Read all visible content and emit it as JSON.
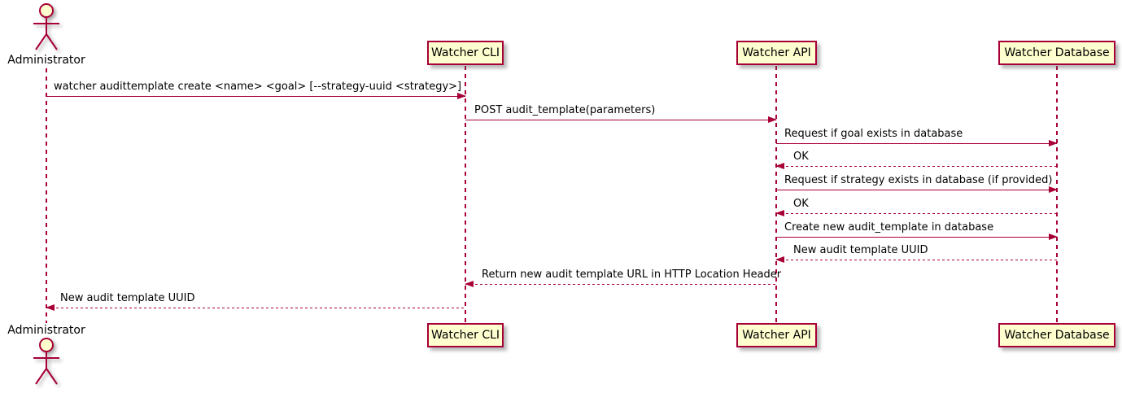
{
  "diagram": {
    "type": "sequence",
    "colors": {
      "accent": "#A80036",
      "participant_fill": "#FEFECE",
      "text": "#000000",
      "background": "#FFFFFF"
    },
    "actor": {
      "label": "Administrator"
    },
    "participants": [
      {
        "label": "Watcher CLI"
      },
      {
        "label": "Watcher API"
      },
      {
        "label": "Watcher Database"
      }
    ],
    "messages": [
      {
        "from": "Administrator",
        "to": "Watcher CLI",
        "style": "solid",
        "label": "watcher audittemplate create <name> <goal> [--strategy-uuid <strategy>]"
      },
      {
        "from": "Watcher CLI",
        "to": "Watcher API",
        "style": "solid",
        "label": "POST audit_template(parameters)"
      },
      {
        "from": "Watcher API",
        "to": "Watcher Database",
        "style": "solid",
        "label": "Request if goal exists in database"
      },
      {
        "from": "Watcher Database",
        "to": "Watcher API",
        "style": "dashed",
        "label": "OK"
      },
      {
        "from": "Watcher API",
        "to": "Watcher Database",
        "style": "solid",
        "label": "Request if strategy exists in database (if provided)"
      },
      {
        "from": "Watcher Database",
        "to": "Watcher API",
        "style": "dashed",
        "label": "OK"
      },
      {
        "from": "Watcher API",
        "to": "Watcher Database",
        "style": "solid",
        "label": "Create new audit_template in database"
      },
      {
        "from": "Watcher Database",
        "to": "Watcher API",
        "style": "dashed",
        "label": "New audit template UUID"
      },
      {
        "from": "Watcher API",
        "to": "Watcher CLI",
        "style": "dashed",
        "label": "Return new audit template URL in HTTP Location Header"
      },
      {
        "from": "Watcher CLI",
        "to": "Administrator",
        "style": "dashed",
        "label": "New audit template UUID"
      }
    ]
  }
}
